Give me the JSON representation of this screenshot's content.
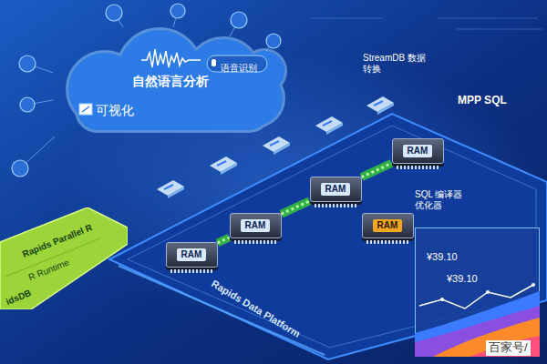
{
  "diagram": {
    "nodes": [
      {
        "text": [
          "自然语言分析",
          "语音识别",
          "可视化"
        ]
      },
      {
        "text": [
          "Rapids Parallel R",
          "R Runtime",
          "idsDB"
        ]
      },
      {
        "text": [
          "Rapids Data Platform"
        ]
      },
      {
        "text": [
          "RAM"
        ],
        "in": 2
      },
      {
        "text": [
          "RAM"
        ],
        "in": 2
      },
      {
        "text": [
          "RAM"
        ],
        "in": 2
      },
      {
        "text": [
          "RAM"
        ],
        "in": 2
      },
      {
        "text": [
          "RAM"
        ],
        "in": 2
      }
    ],
    "edges": [
      {
        "from": 3,
        "to": 4,
        "arrow": "none"
      },
      {
        "from": 4,
        "to": 5,
        "arrow": "none"
      },
      {
        "from": 5,
        "to": 6,
        "arrow": "none"
      }
    ],
    "labels": [
      "StreamDB 数据转换",
      "MPP SQL",
      "SQL 编译器 优化器",
      "¥39.10",
      "¥39.10",
      "百家号/"
    ]
  }
}
